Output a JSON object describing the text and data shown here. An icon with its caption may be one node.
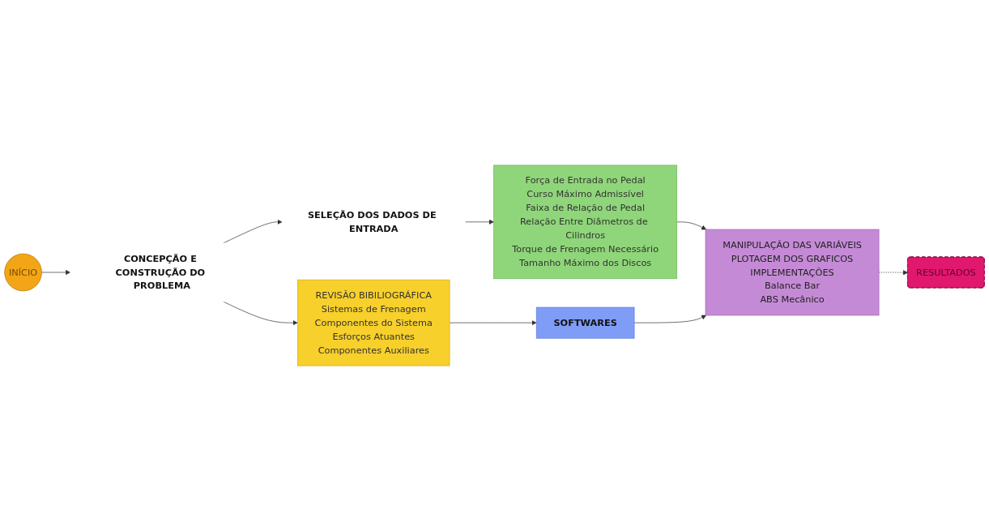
{
  "diagram": {
    "nodes": [
      {
        "text": [
          "INÍCIO"
        ]
      },
      {
        "text": [
          "CONCEPÇÃO E CONSTRUÇÃO DO PROBLEMA"
        ]
      },
      {
        "text": [
          "SELEÇÃO DOS DADOS DE ENTRADA"
        ]
      },
      {
        "text": [
          "Força de Entrada no Pedal",
          "Curso Máximo Admissível",
          "Faixa de Relação de Pedal",
          "Relação Entre Diâmetros de Cilindros",
          "Torque de Frenagem Necessário",
          "Tamanho Máximo dos Discos"
        ]
      },
      {
        "text": [
          "MANIPULAÇÃO DAS VARIÁVEIS",
          "PLOTAGEM DOS GRAFICOS",
          "IMPLEMENTAÇÕES",
          "Balance Bar",
          "ABS Mecânico"
        ]
      },
      {
        "text": [
          "REVISÃO BIBILIOGRÁFICA",
          "Sistemas de Frenagem",
          "Componentes do Sistema",
          "Esforços Atuantes",
          "Componentes Auxiliares"
        ]
      },
      {
        "text": [
          "SOFTWARES"
        ]
      },
      {
        "text": [
          "RESULTADOS"
        ]
      }
    ],
    "edges": [
      {
        "from": 0,
        "to": 1,
        "arrow": "to"
      },
      {
        "from": 1,
        "to": 5,
        "arrow": "to"
      },
      {
        "from": 1,
        "to": 2,
        "arrow": "to"
      },
      {
        "from": 2,
        "to": 3,
        "arrow": "to"
      },
      {
        "from": 5,
        "to": 6,
        "arrow": "to"
      },
      {
        "from": 3,
        "to": 4,
        "arrow": "to"
      },
      {
        "from": 6,
        "to": 4,
        "arrow": "to"
      },
      {
        "from": 4,
        "to": 7,
        "arrow": "to",
        "style": "dashed"
      }
    ]
  }
}
